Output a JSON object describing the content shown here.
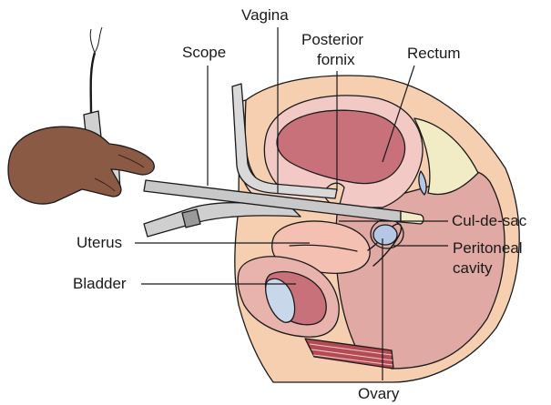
{
  "labels": {
    "vagina": "Vagina",
    "scope": "Scope",
    "posterior_fornix_line1": "Posterior",
    "posterior_fornix_line2": "fornix",
    "rectum": "Rectum",
    "cul_de_sac": "Cul-de-sac",
    "uterus": "Uterus",
    "peritoneal_cavity_line1": "Peritoneal",
    "peritoneal_cavity_line2": "cavity",
    "bladder": "Bladder",
    "ovary": "Ovary"
  },
  "colors": {
    "skin_outer": "#f6cfb0",
    "pelvic_cavity": "#e0a9a3",
    "rectum": "#c9717a",
    "rectal_wall": "#f2c9c4",
    "bladder": "#c9717a",
    "bladder_fluid": "#c8d8ea",
    "uterus": "#f4c0b2",
    "sacrum": "#f1ecc6",
    "hand": "#8a5a44",
    "instrument": "#c8c8c8",
    "ovary": "#b4c8e6",
    "muscle": "#b34a54"
  }
}
